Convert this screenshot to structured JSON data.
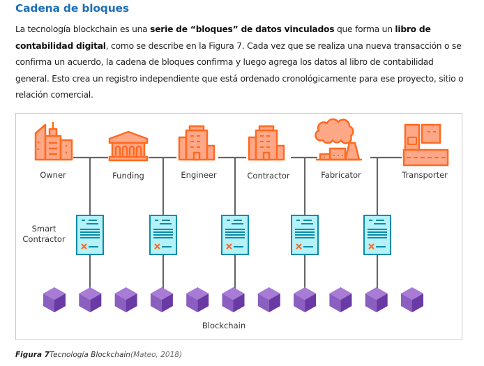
{
  "section": {
    "title": "Cadena de bloques",
    "paragraph": {
      "p1": "La tecnología blockchain es una ",
      "b1": "serie de “bloques” de datos vinculados",
      "p2": " que forma un ",
      "b2": "libro de contabilidad digital",
      "p3": ", como se describe en la Figura 7. Cada vez que se realiza una nueva transacción o se confirma un acuerdo, la cadena de bloques confirma y luego agrega los datos al libro de contabilidad general. Esto crea un registro independiente que está ordenado cronológicamente para ese proyecto, sitio o relación comercial."
    }
  },
  "figure": {
    "participants": [
      {
        "label": "Owner",
        "icon": "office-tower-icon"
      },
      {
        "label": "Funding",
        "icon": "bank-icon"
      },
      {
        "label": "Engineer",
        "icon": "building-icon"
      },
      {
        "label": "Contractor",
        "icon": "building-icon"
      },
      {
        "label": "Fabricator",
        "icon": "factory-icon"
      },
      {
        "label": "Transporter",
        "icon": "truck-icon"
      }
    ],
    "smart_contract_label_line1": "Smart",
    "smart_contract_label_line2": "Contractor",
    "smart_contract_count": 5,
    "block_count": 11,
    "blockchain_label": "Blockchain",
    "colors": {
      "icon_orange": "#ff6a1f",
      "icon_fill": "#ffa888",
      "contract_fill": "#b5f1f9",
      "contract_stroke": "#0a8ca8",
      "cube_top": "#a77bd6",
      "cube_left": "#8a5fc0",
      "cube_right": "#6a3aa4",
      "line": "#666666"
    }
  },
  "caption": {
    "number": "Figura 7",
    "title": "Tecnología Blockchain",
    "source": "(Mateo, 2018)"
  }
}
